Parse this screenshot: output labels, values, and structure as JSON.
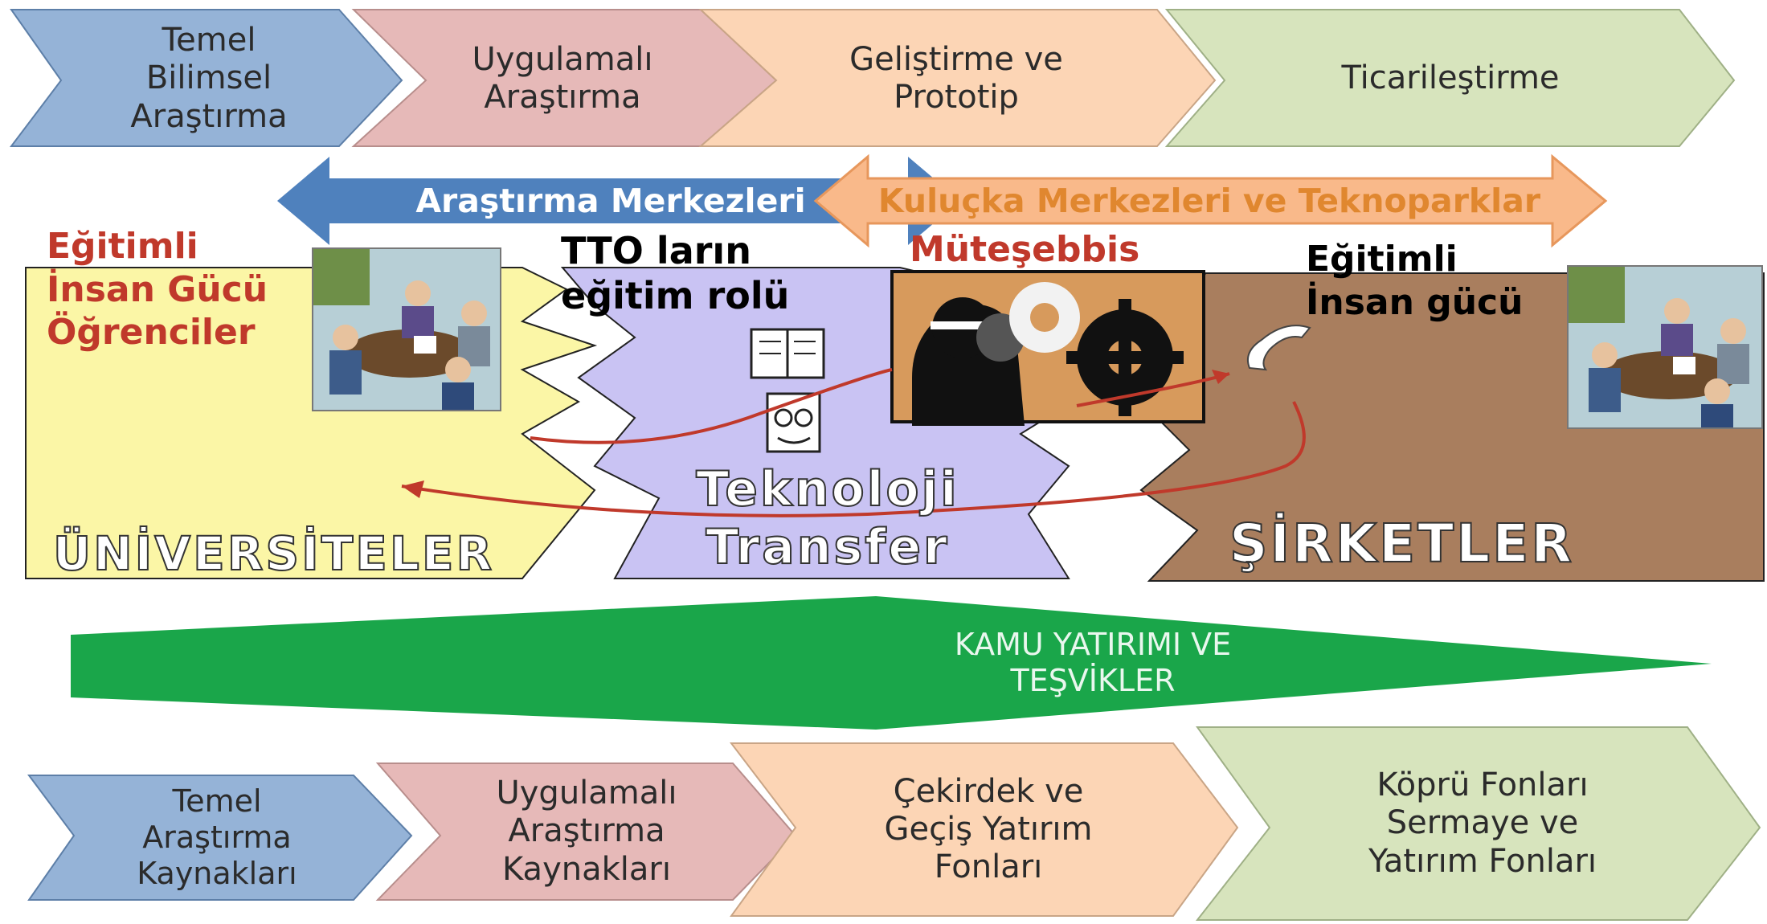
{
  "top_stages": [
    {
      "label": "Temel\nBilimsel\nAraştırma"
    },
    {
      "label": "Uygulamalı\nAraştırma"
    },
    {
      "label": "Geliştirme ve\nPrototip"
    },
    {
      "label": "Ticarileştirme"
    }
  ],
  "arrows": {
    "research_centers": "Araştırma Merkezleri",
    "incubators": "Kuluçka Merkezleri ve Teknoparklar"
  },
  "labels": {
    "trained_students": "Eğitimli\nİnsan Gücü\nÖğrenciler",
    "tto_role": "TTO ların\neğitim rolü",
    "entrepreneur": "Müteşebbis",
    "trained_workforce": "Eğitimli\nİnsan gücü",
    "universities": "ÜNİVERSİTELER",
    "tech_transfer": "Teknoloji\nTransfer",
    "companies": "ŞİRKETLER"
  },
  "public_investment": "KAMU YATIRIMI VE\nTEŞVİKLER",
  "bottom_stages": [
    {
      "label": "Temel\nAraştırma\nKaynakları"
    },
    {
      "label": "Uygulamalı\nAraştırma\nKaynakları"
    },
    {
      "label": "Çekirdek ve\nGeçiş Yatırım\nFonları"
    },
    {
      "label": "Köprü Fonları\nSermaye ve\nYatırım Fonları"
    }
  ],
  "colors": {
    "blue": "#95b3d7",
    "pink": "#e6b9b8",
    "peach": "#fcd5b5",
    "green": "#d7e4bd",
    "university_bg": "#fbf6a6",
    "tto_bg": "#c9c3f3",
    "company_bg": "#a97e5e",
    "public_investment": "#1aa64a",
    "research_arrow": "#4f81bd",
    "incubator_arrow": "#f9b98a"
  }
}
